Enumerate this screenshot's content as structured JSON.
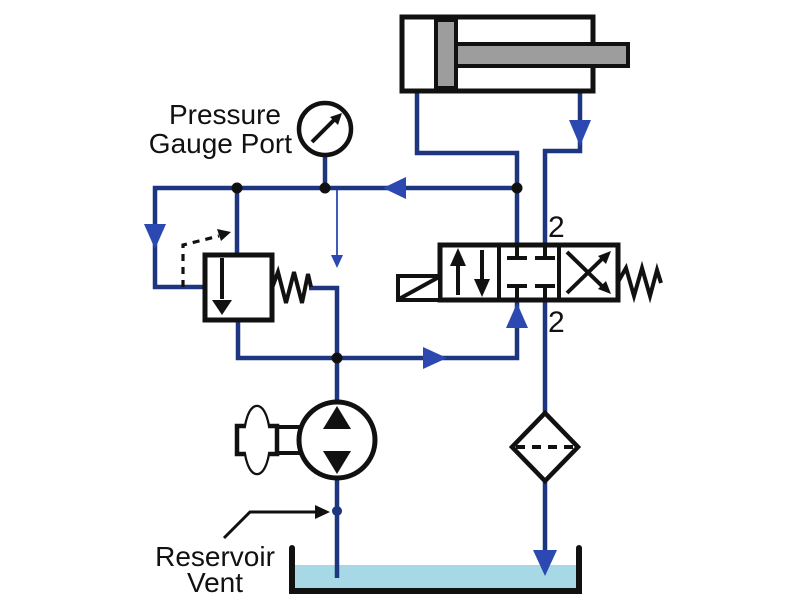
{
  "diagram": {
    "type": "hydraulic-circuit-schematic",
    "labels": {
      "gauge": {
        "line1": "Pressure",
        "line2": "Gauge Port"
      },
      "vent": {
        "line1": "Reservoir",
        "line2": "Vent"
      },
      "valve_port_top": "2",
      "valve_port_bottom": "2"
    },
    "colors": {
      "pipe": "#1e3580",
      "arrow": "#2b49b0",
      "fluid": "#a6d8e6",
      "metal_gray": "#9d9d9d",
      "outline": "#111111",
      "background": "#ffffff"
    },
    "components": {
      "cylinder": "double-acting-cylinder",
      "gauge": "pressure-gauge",
      "relief_valve": "pilot-operated-relief-valve",
      "directional_valve": "solenoid-spring-directional-valve",
      "pump": "hydraulic-pump",
      "prime_mover": "prime-mover",
      "filter": "filter-strainer",
      "reservoir": "reservoir-tank"
    }
  }
}
